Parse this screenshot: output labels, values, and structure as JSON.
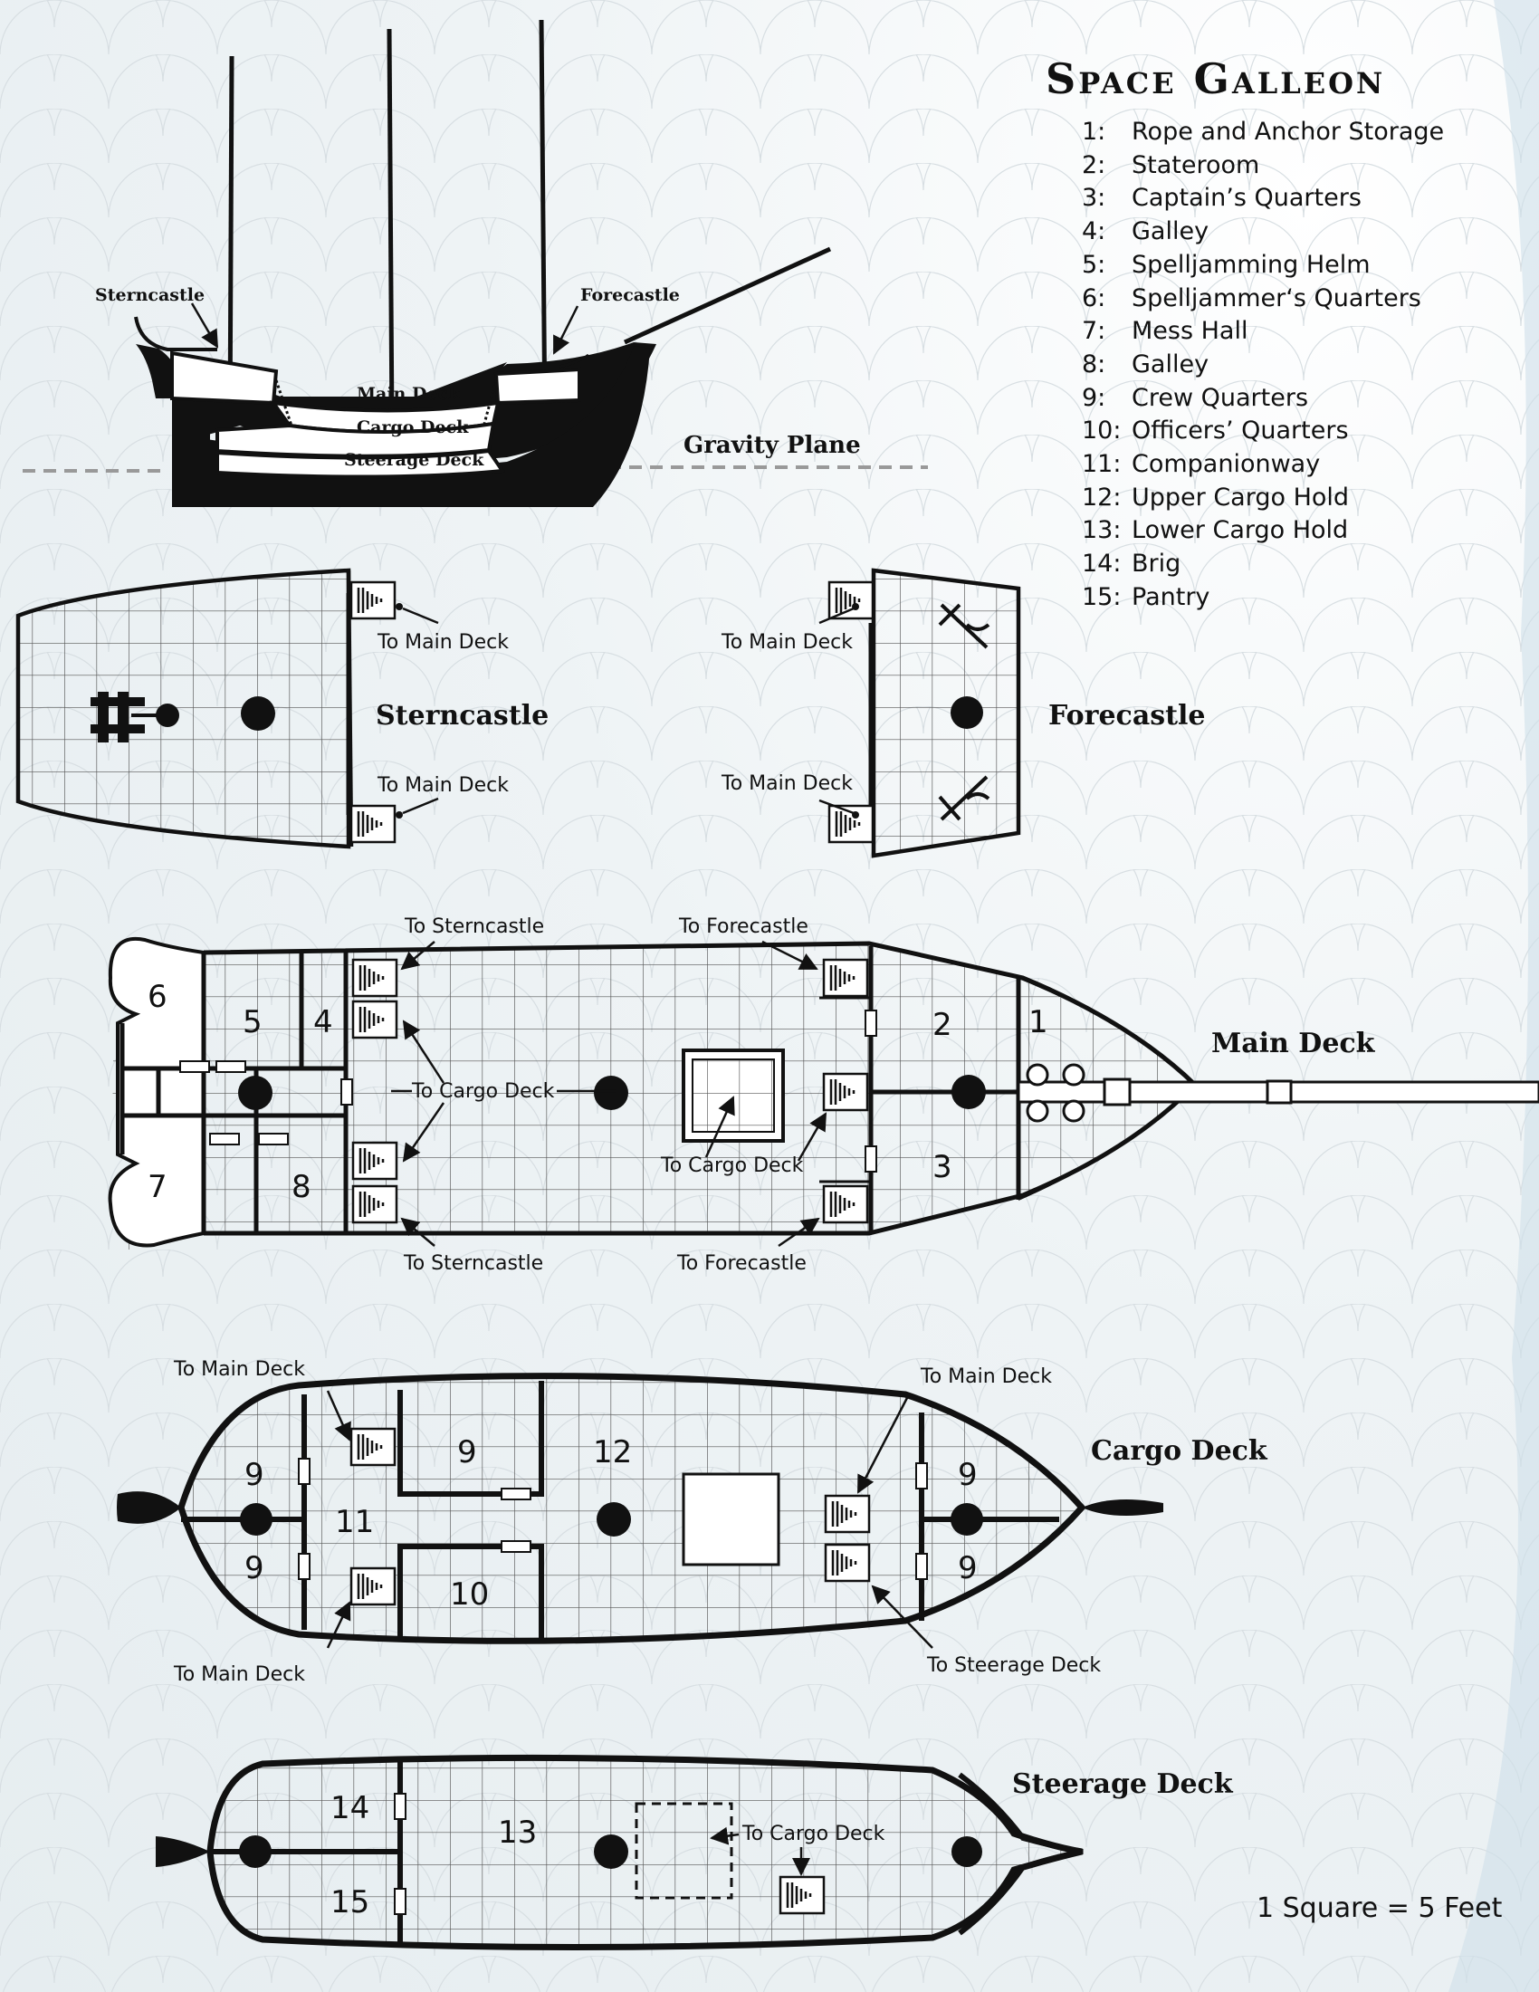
{
  "title": "Space Galleon",
  "legend": [
    {
      "num": "1:",
      "name": "Rope and Anchor Storage"
    },
    {
      "num": "2:",
      "name": "Stateroom"
    },
    {
      "num": "3:",
      "name": "Captain’s Quarters"
    },
    {
      "num": "4:",
      "name": "Galley"
    },
    {
      "num": "5:",
      "name": "Spelljamming Helm"
    },
    {
      "num": "6:",
      "name": "Spelljammer‘s Quarters"
    },
    {
      "num": "7:",
      "name": "Mess Hall"
    },
    {
      "num": "8:",
      "name": "Galley"
    },
    {
      "num": "9:",
      "name": "Crew Quarters"
    },
    {
      "num": "10:",
      "name": "Officers’ Quarters"
    },
    {
      "num": "11:",
      "name": "Companionway"
    },
    {
      "num": "12:",
      "name": "Upper Cargo Hold"
    },
    {
      "num": "13:",
      "name": "Lower Cargo Hold"
    },
    {
      "num": "14:",
      "name": "Brig"
    },
    {
      "num": "15:",
      "name": "Pantry"
    }
  ],
  "scale": "1 Square = 5 Feet",
  "profile": {
    "sterncastle": "Sterncastle",
    "forecastle": "Forecastle",
    "main_deck": "Main Deck",
    "cargo_deck": "Cargo Deck",
    "steerage_deck": "Steerage Deck",
    "gravity_plane": "Gravity Plane"
  },
  "sections": {
    "sterncastle": "Sterncastle",
    "forecastle": "Forecastle",
    "main_deck": "Main Deck",
    "cargo_deck": "Cargo Deck",
    "steerage_deck": "Steerage Deck"
  },
  "labels": {
    "to_main_deck": "To Main Deck",
    "to_sterncastle": "To Sterncastle",
    "to_forecastle": "To Forecastle",
    "to_cargo_deck": "To Cargo Deck",
    "to_steerage_deck": "To Steerage Deck"
  },
  "room_numbers": {
    "r1": "1",
    "r2": "2",
    "r3": "3",
    "r4": "4",
    "r5": "5",
    "r6": "6",
    "r7": "7",
    "r8": "8",
    "r9": "9",
    "r10": "10",
    "r11": "11",
    "r12": "12",
    "r13": "13",
    "r14": "14",
    "r15": "15"
  }
}
